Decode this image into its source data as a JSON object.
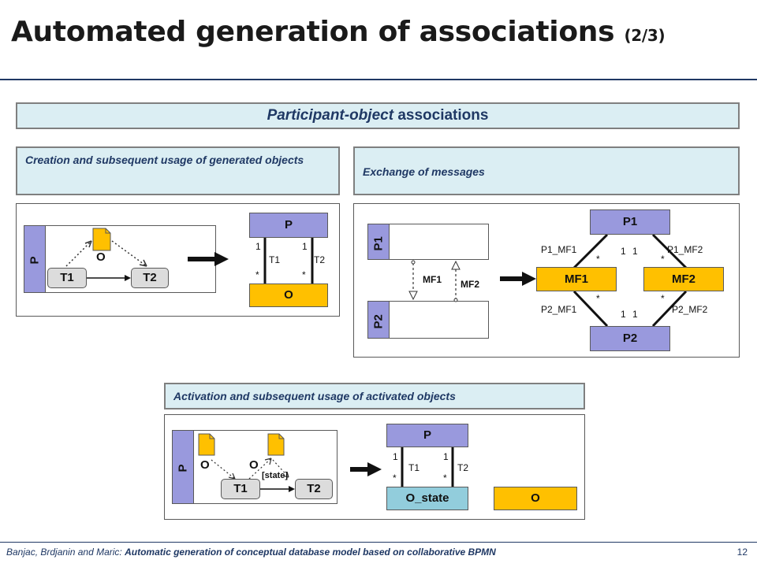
{
  "slide": {
    "title": "Automated generation of associations",
    "title_suffix": "(2/3)",
    "main_banner_italic": "Participant-object",
    "main_banner_rest": "associations",
    "section1": "Creation and subsequent usage of generated objects",
    "section2": "Exchange of messages",
    "section3": "Activation and subsequent usage of activated objects",
    "footer_authors": "Banjac, Brdjanin and Maric:",
    "footer_paper": "Automatic generation of conceptual database model based on collaborative BPMN",
    "page_number": "12"
  },
  "diagram1": {
    "pool": "P",
    "object": "O",
    "task1": "T1",
    "task2": "T2",
    "class_top": "P",
    "class_bottom": "O",
    "mult_top_left": "1",
    "mult_top_right": "1",
    "mult_bot_left": "*",
    "mult_bot_right": "*",
    "assoc_left": "T1",
    "assoc_right": "T2"
  },
  "diagram2": {
    "pool1": "P1",
    "pool2": "P2",
    "flow1": "MF1",
    "flow2": "MF2",
    "class_p1": "P1",
    "class_p2": "P2",
    "class_mf1": "MF1",
    "class_mf2": "MF2",
    "assoc_p1_mf1": "P1_MF1",
    "assoc_p1_mf2": "P1_MF2",
    "assoc_p2_mf1": "P2_MF1",
    "assoc_p2_mf2": "P2_MF2",
    "one": "1",
    "many": "*"
  },
  "diagram3": {
    "pool": "P",
    "object1": "O",
    "object2": "O",
    "state": "[state]",
    "task1": "T1",
    "task2": "T2",
    "class_top": "P",
    "class_state": "O_state",
    "class_o": "O",
    "mult_top_left": "1",
    "mult_top_right": "1",
    "mult_bot_left": "*",
    "mult_bot_right": "*",
    "assoc_left": "T1",
    "assoc_right": "T2"
  }
}
